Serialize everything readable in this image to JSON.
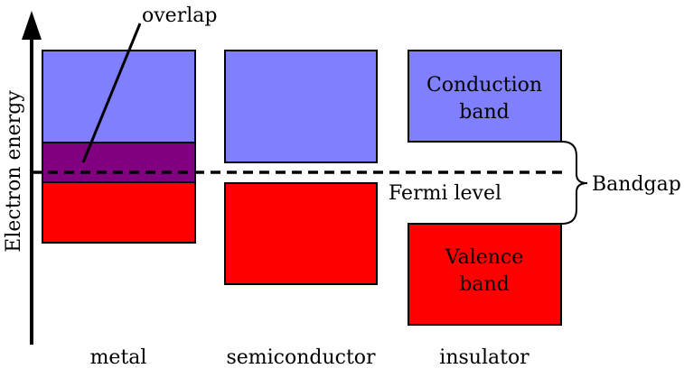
{
  "axis": {
    "label": "Electron energy"
  },
  "annotations": {
    "overlap": "overlap",
    "fermi": "Fermi level",
    "bandgap": "Bandgap"
  },
  "materials": [
    {
      "label": "metal"
    },
    {
      "label": "semiconductor"
    },
    {
      "label": "insulator"
    }
  ],
  "bands": {
    "conduction_label_line1": "Conduction",
    "conduction_label_line2": "band",
    "valence_label_line1": "Valence",
    "valence_label_line2": "band"
  },
  "colors": {
    "conduction": "#8080ff",
    "valence": "#ff0000",
    "overlap": "#800080"
  }
}
